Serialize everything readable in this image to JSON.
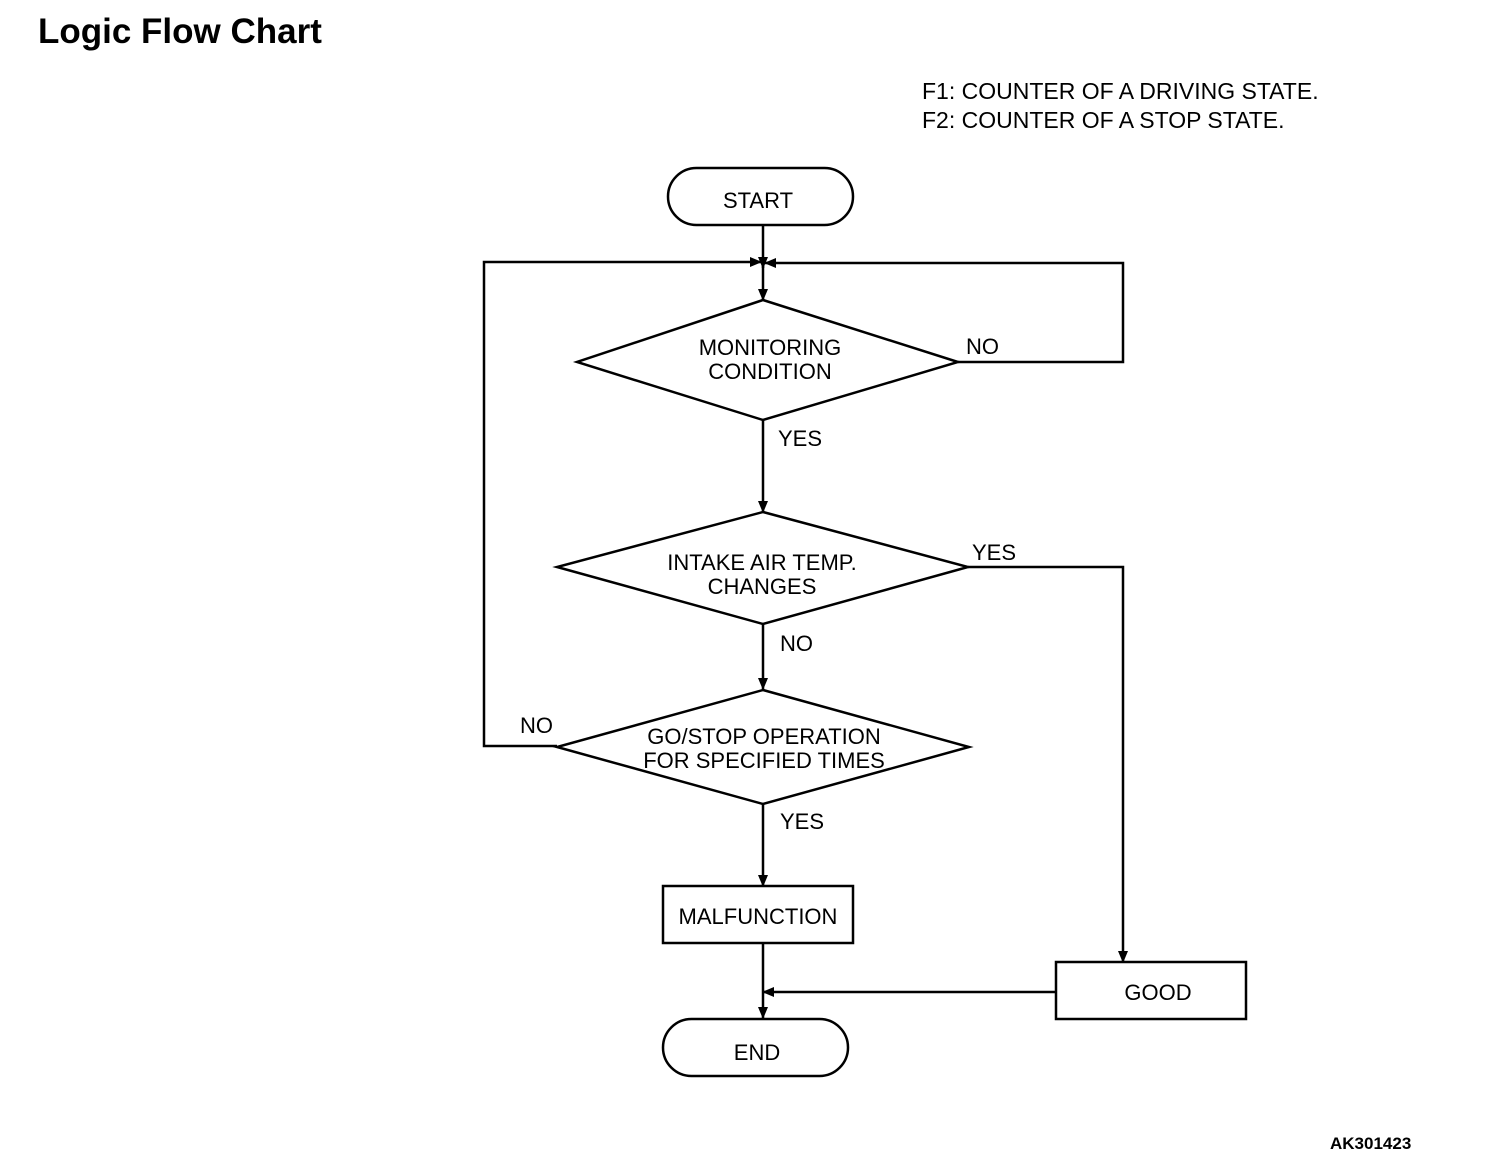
{
  "title": "Logic Flow Chart",
  "legend": [
    "F1: COUNTER OF A DRIVING STATE.",
    "F2: COUNTER OF A STOP STATE."
  ],
  "nodes": {
    "start": "START",
    "monitoring_line1": "MONITORING",
    "monitoring_line2": "CONDITION",
    "intake_line1": "INTAKE AIR TEMP.",
    "intake_line2": "CHANGES",
    "gostop_line1": "GO/STOP OPERATION",
    "gostop_line2": "FOR SPECIFIED TIMES",
    "malfunction": "MALFUNCTION",
    "good": "GOOD",
    "end": "END"
  },
  "edges": {
    "monitoring_no": "NO",
    "monitoring_yes": "YES",
    "intake_yes": "YES",
    "intake_no": "NO",
    "gostop_no": "NO",
    "gostop_yes": "YES"
  },
  "figure_id": "AK301423"
}
